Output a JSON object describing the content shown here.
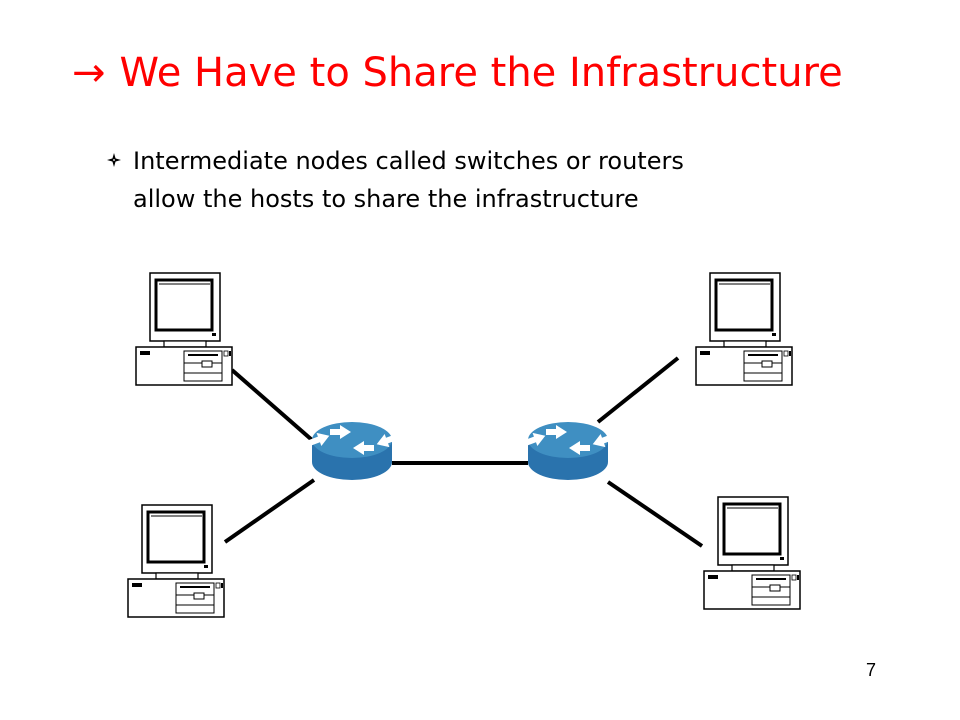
{
  "slide": {
    "title": "We Have to Share the Infrastructure",
    "title_arrow": "→",
    "bullet_lines": [
      "Intermediate nodes called switches or routers",
      "allow the hosts to share the infrastructure"
    ],
    "page_number": "7"
  },
  "colors": {
    "title": "#ff0000",
    "router_top": "#3f8fc2",
    "router_side": "#2a73ad"
  },
  "icons": {
    "bullet": "diamond-bullet-icon",
    "host": "desktop-computer-icon",
    "router": "router-icon"
  }
}
